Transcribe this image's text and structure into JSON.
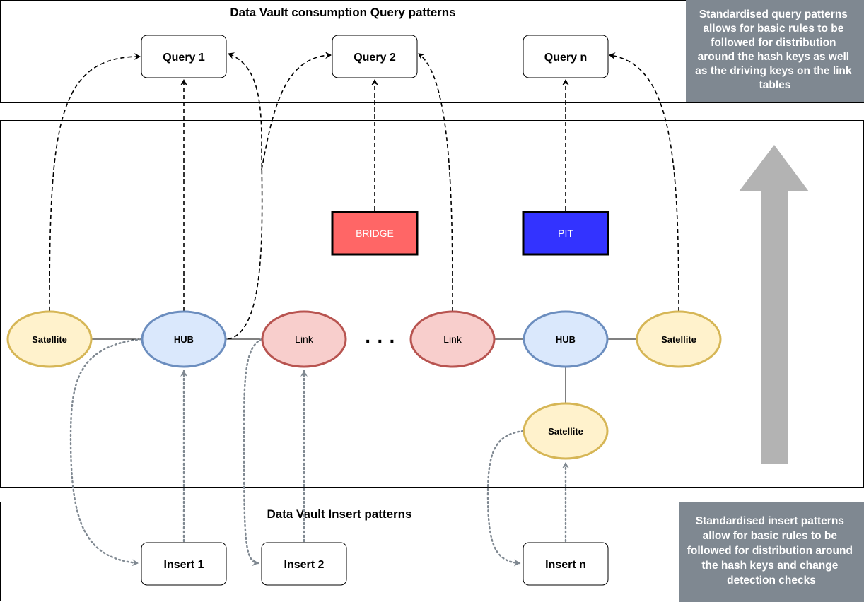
{
  "query_section": {
    "title": "Data Vault consumption Query patterns"
  },
  "insert_section": {
    "title": "Data Vault Insert patterns"
  },
  "query_note": {
    "lines": [
      "Standardised query patterns",
      "allows for basic rules to be",
      "followed for distribution",
      "around the hash keys as well",
      "as the driving keys on the link",
      "tables"
    ]
  },
  "insert_note": {
    "lines": [
      "Standardised insert patterns",
      "allow for basic rules to be",
      "followed for distribution around",
      "the hash keys and change",
      "detection checks"
    ]
  },
  "queries": [
    "Query 1",
    "Query 2",
    "Query n"
  ],
  "inserts": [
    "Insert 1",
    "Insert 2",
    "Insert n"
  ],
  "bridge": {
    "label": "BRIDGE",
    "fill": "#ff6666"
  },
  "pit": {
    "label": "PIT",
    "fill": "#3333ff"
  },
  "nodes": {
    "satellite_left": "Satellite",
    "hub_left": "HUB",
    "link_left": "Link",
    "ellipsis": "· · ·",
    "link_right": "Link",
    "hub_right": "HUB",
    "satellite_right": "Satellite",
    "satellite_bottom": "Satellite"
  },
  "colors": {
    "satellite_fill": "#fff2cc",
    "satellite_stroke": "#d6b656",
    "hub_fill": "#dae8fc",
    "hub_stroke": "#6c8ebf",
    "link_fill": "#f8cecc",
    "link_stroke": "#b85450",
    "note_fill": "#7f8891",
    "arrow_fill": "#b3b3b3",
    "dotted_stroke": "#7f8891"
  }
}
